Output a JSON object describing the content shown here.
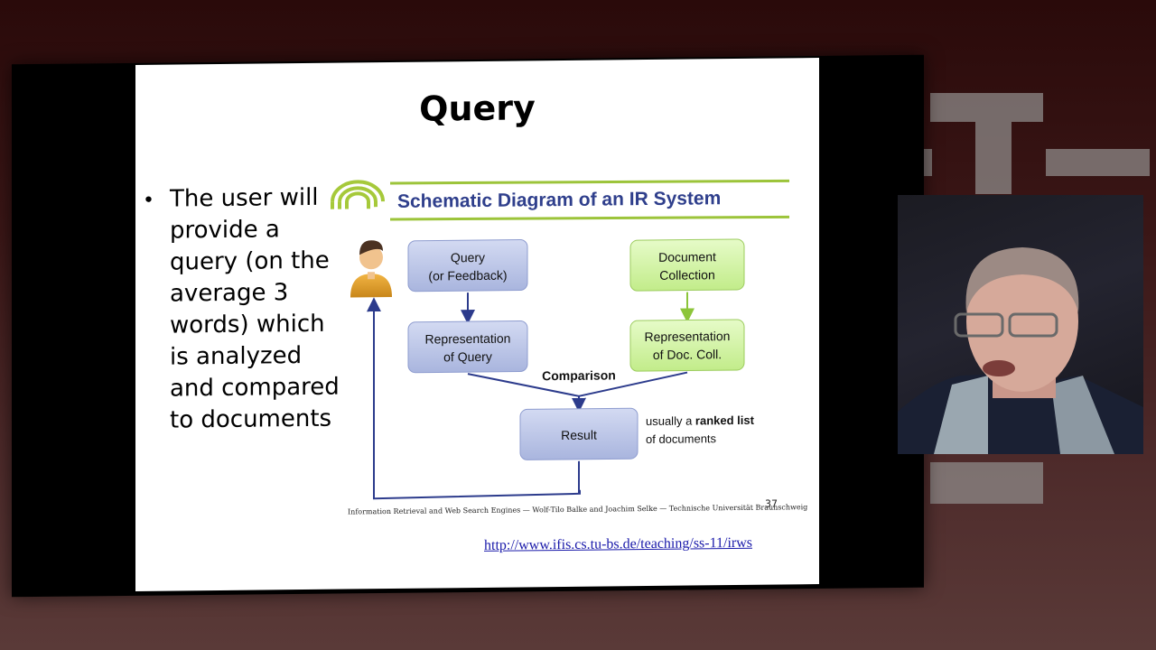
{
  "slide": {
    "title": "Query",
    "bullet": "The user will provide a query (on the average 3 words) which is analyzed and compared to documents",
    "page_number": "37",
    "footer_credit": "Information Retrieval and Web Search Engines — Wolf-Tilo Balke and Joachim Selke — Technische Universität Braunschweig",
    "url": "http://www.ifis.cs.tu-bs.de/teaching/ss-11/irws"
  },
  "diagram": {
    "header": "Schematic Diagram of an IR System",
    "query_box": [
      "Query",
      "(or Feedback)"
    ],
    "query_rep_box": [
      "Representation",
      "of Query"
    ],
    "doc_box": [
      "Document",
      "Collection"
    ],
    "doc_rep_box": [
      "Representation",
      "of Doc. Coll."
    ],
    "comparison_label": "Comparison",
    "result_box": "Result",
    "result_note_prefix": "usually a ",
    "result_note_bold": "ranked list",
    "result_note_line2": "of documents"
  },
  "colors": {
    "blue_box": "#b7c1e3",
    "green_box": "#cff2a2",
    "arrow_blue": "#2c3b8c",
    "arrow_green": "#8cc53a",
    "header_text": "#2f3f8c",
    "header_rule": "#9cc43a"
  },
  "icons": [
    "user-person-icon",
    "spiral-logo-icon"
  ]
}
